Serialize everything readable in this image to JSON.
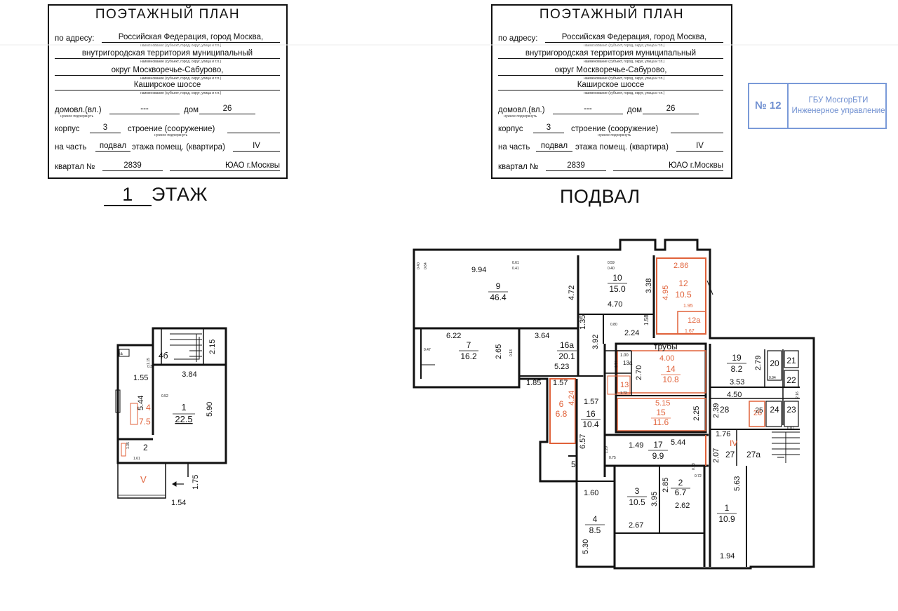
{
  "stamp": {
    "title": "ПОЭТАЖНЫЙ ПЛАН",
    "address_label": "по адресу:",
    "addr1": "Российская Федерация, город Москва,",
    "addr2": "внутригородская территория муниципальный",
    "addr3": "округ Москворечье-Сабурово,",
    "addr4": "Каширское шоссе",
    "caption": "наименование (субъект, город, округ, улица и т.п.)",
    "domovl_label": "домовл.(вл.)",
    "domovl_value": "---",
    "dom_label": "дом",
    "dom_value": "26",
    "nuzhnoe": "нужное подчеркнуть",
    "korpus_label": "корпус",
    "korpus_value": "3",
    "stroenie_label": "строение (сооружение)",
    "nachast_label": "на часть",
    "nachast_value": "подвал",
    "etazha_label": "этажа помещ. (квартира)",
    "pomesh_value": "IV",
    "kvartal_label": "квартал №",
    "kvartal_value": "2839",
    "okrug_value": "ЮАО г.Москвы"
  },
  "floor1_caption_num": "1",
  "floor1_caption_text": "ЭТАЖ",
  "basement_caption": "ПОДВАЛ",
  "bti_stamp": {
    "number": "№ 12",
    "org_line1": "ГБУ МосгорБТИ",
    "org_line2": "Инженерное управление"
  },
  "floor1_plan": {
    "rooms": [
      {
        "id": "1",
        "area": "22.5"
      },
      {
        "id": "2",
        "area": ""
      },
      {
        "id": "4",
        "area": "7.5"
      },
      {
        "id": "4б",
        "area": ""
      },
      {
        "id": "V",
        "area": ""
      }
    ],
    "dims": [
      "3.84",
      "5.90",
      "5.44",
      "1.55",
      "2.15",
      "1.75",
      "1.54",
      "1.35",
      "1.61",
      "0.52",
      "0.30",
      "1.15",
      "4a"
    ]
  },
  "basement_plan": {
    "rooms": [
      {
        "id": "9",
        "area": "46.4"
      },
      {
        "id": "10",
        "area": "15.0"
      },
      {
        "id": "12",
        "area": "10.5"
      },
      {
        "id": "12а",
        "area": ""
      },
      {
        "id": "7",
        "area": "16.2"
      },
      {
        "id": "16а",
        "area": "20.1"
      },
      {
        "id": "14",
        "area": "10.8"
      },
      {
        "id": "13",
        "area": ""
      },
      {
        "id": "13а",
        "area": ""
      },
      {
        "id": "15",
        "area": "11.6"
      },
      {
        "id": "6",
        "area": "6.8"
      },
      {
        "id": "16",
        "area": "10.4"
      },
      {
        "id": "17",
        "area": "9.9"
      },
      {
        "id": "19",
        "area": "8.2"
      },
      {
        "id": "20",
        "area": ""
      },
      {
        "id": "21",
        "area": ""
      },
      {
        "id": "22",
        "area": ""
      },
      {
        "id": "23",
        "area": ""
      },
      {
        "id": "24",
        "area": ""
      },
      {
        "id": "25",
        "area": ""
      },
      {
        "id": "26",
        "area": ""
      },
      {
        "id": "28",
        "area": ""
      },
      {
        "id": "27",
        "area": ""
      },
      {
        "id": "27а",
        "area": ""
      },
      {
        "id": "3",
        "area": "10.5"
      },
      {
        "id": "2",
        "area": "6.7"
      },
      {
        "id": "4",
        "area": "8.5"
      },
      {
        "id": "1",
        "area": "10.9"
      },
      {
        "id": "5",
        "area": ""
      },
      {
        "id": "IV",
        "area": ""
      }
    ],
    "pipes_label": "трубы",
    "dims": [
      "9.94",
      "4.72",
      "4.70",
      "3.38",
      "2.86",
      "4.95",
      "1.95",
      "1.67",
      "6.22",
      "2.65",
      "3.64",
      "1.35",
      "3.92",
      "5.23",
      "2.24",
      "1.58",
      "4.00",
      "2.70",
      "5.15",
      "2.25",
      "1.85",
      "1.57",
      "1.57",
      "4.24",
      "6.57",
      "1.49",
      "5.44",
      "3.53",
      "2.79",
      "4.50",
      "2.39",
      "1.76",
      "2.07",
      "1.60",
      "2.85",
      "3.95",
      "2.67",
      "2.62",
      "5.30",
      "5.63",
      "1.94",
      "0.40",
      "0.64",
      "0.61",
      "0.41",
      "0.59",
      "0.40",
      "0.80",
      "0.47",
      "0.13",
      "1.00",
      "0.74",
      "1.72",
      "1.20",
      "0.75",
      "0.93",
      "0.72",
      "0.87",
      "0.94",
      "2.16"
    ]
  }
}
